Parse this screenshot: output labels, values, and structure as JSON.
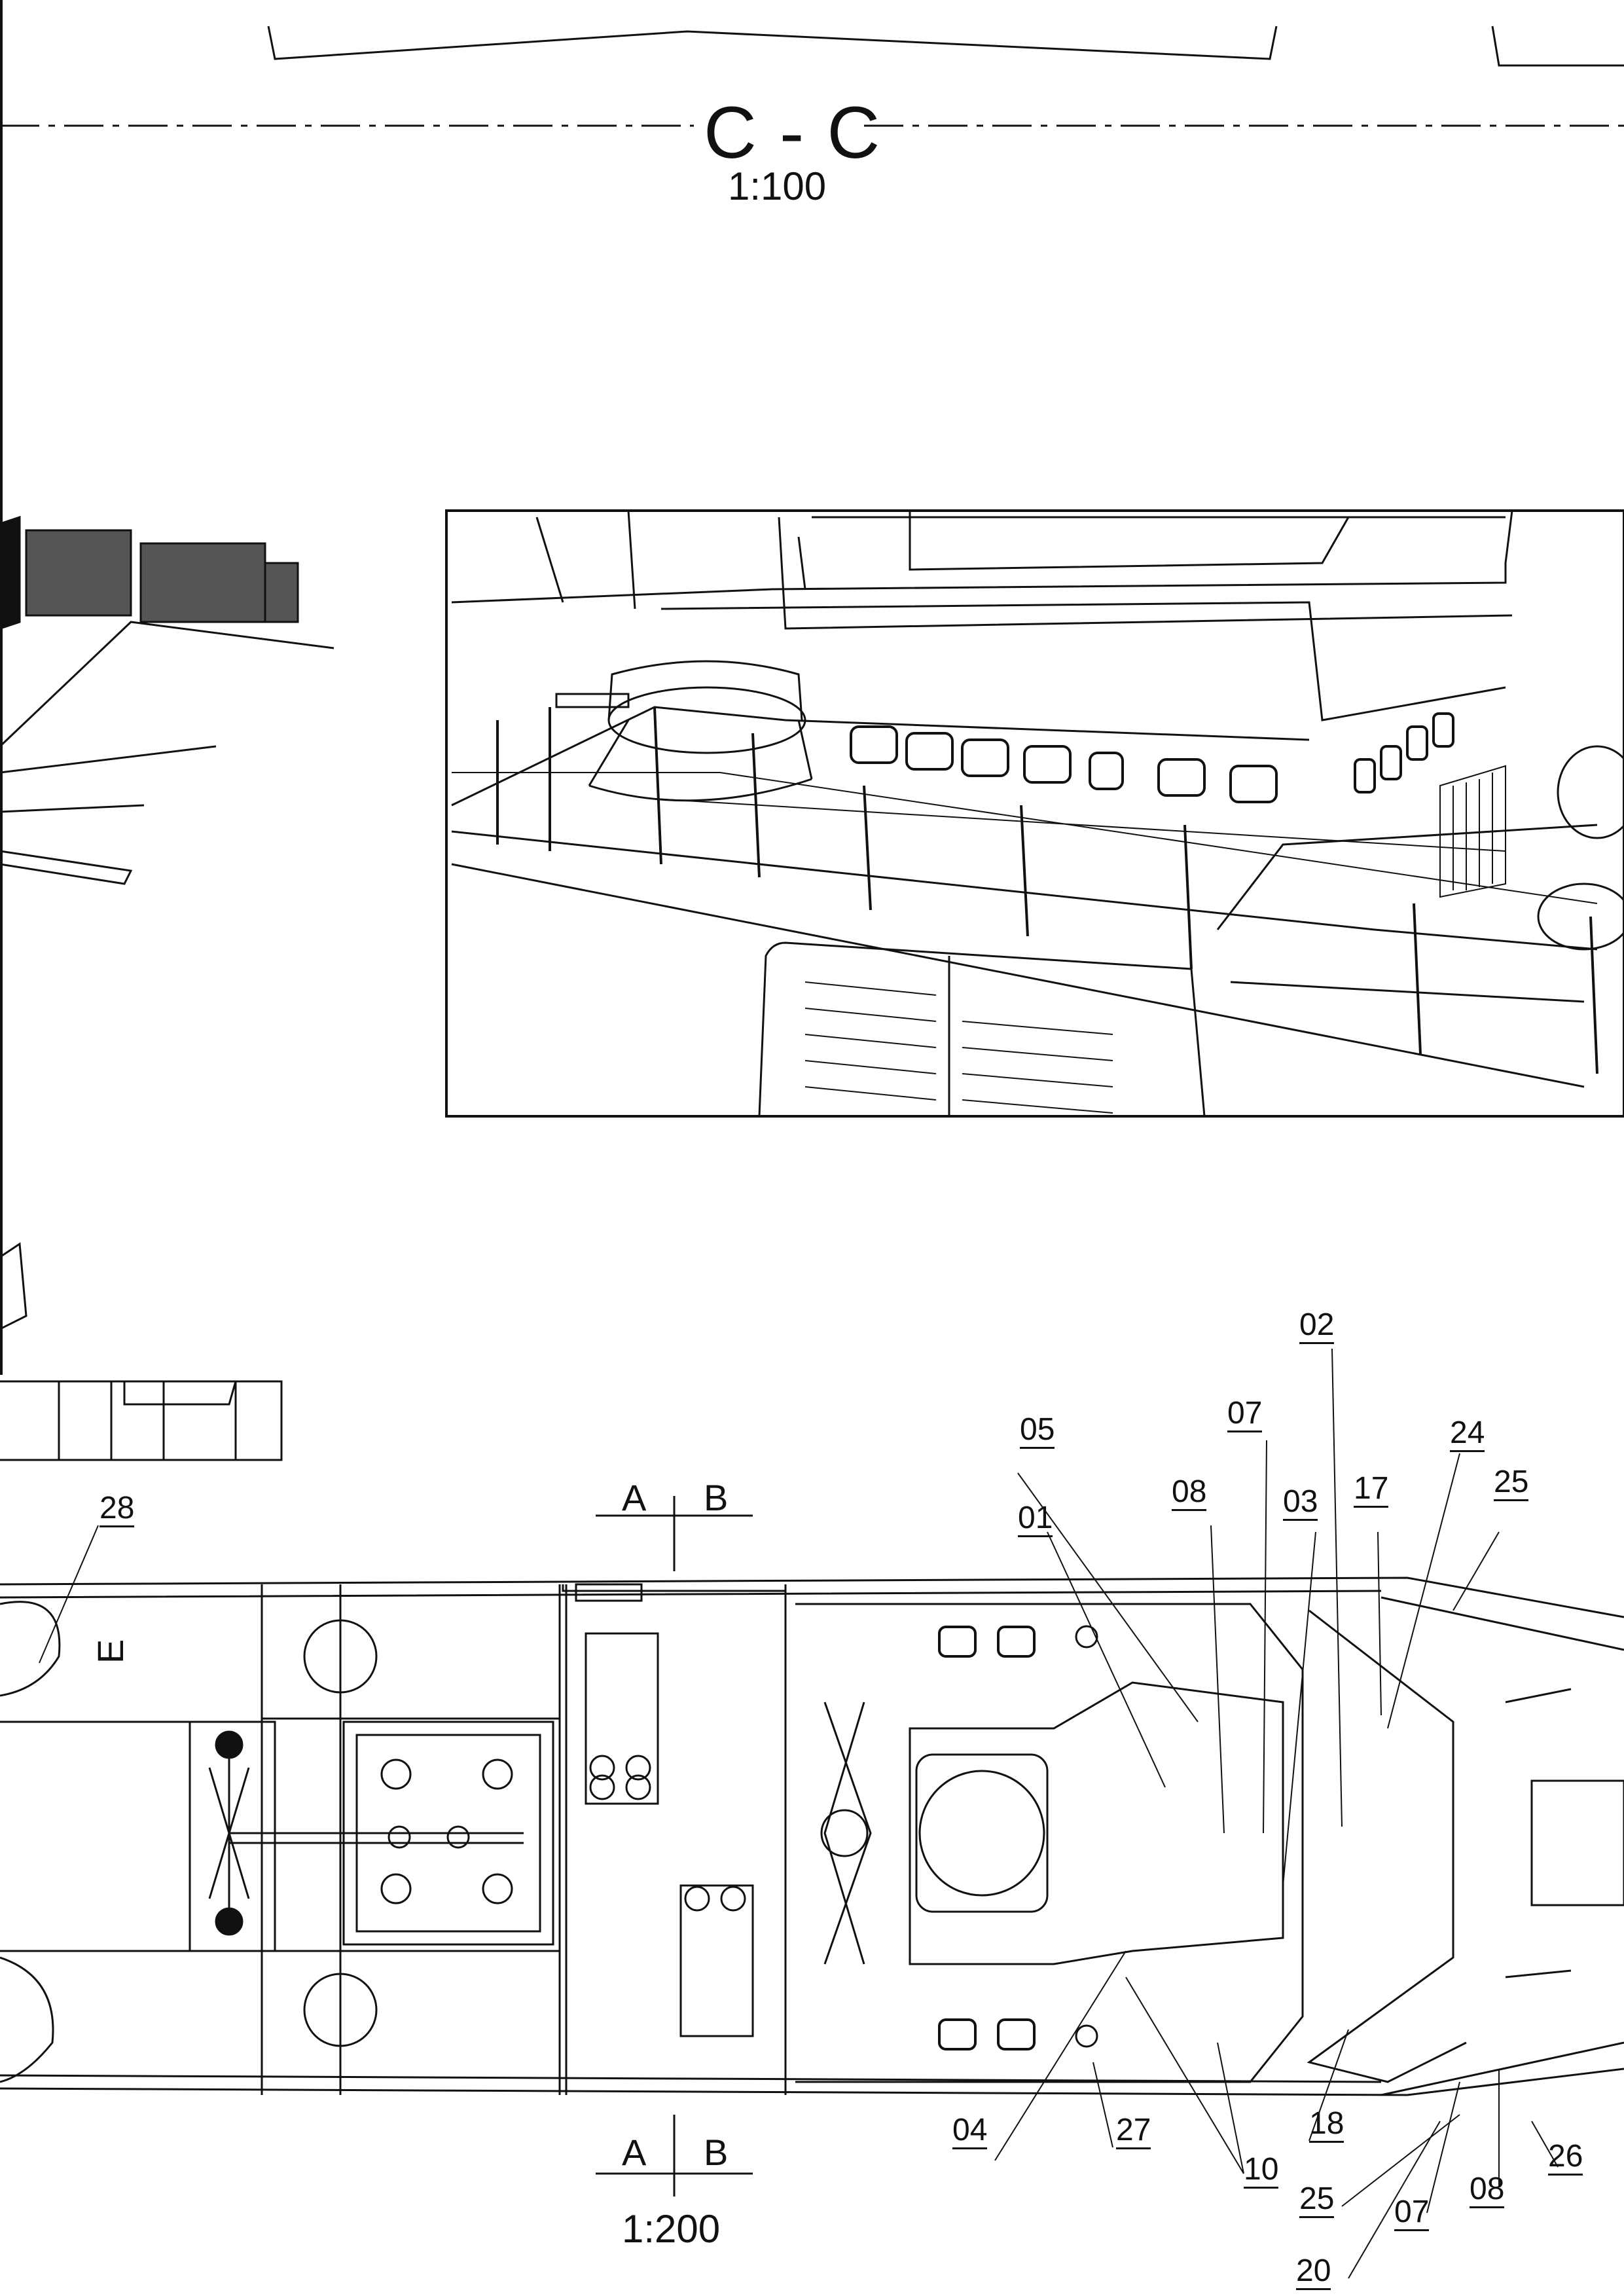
{
  "section_view": {
    "title": "C - C",
    "scale": "1:100"
  },
  "plan_view": {
    "scale": "1:200",
    "section_marks_top": [
      "A",
      "B"
    ],
    "section_marks_bottom": [
      "A",
      "B"
    ],
    "zone_letter": "E"
  },
  "callouts": [
    "28",
    "05",
    "01",
    "08",
    "07",
    "02",
    "03",
    "17",
    "24",
    "25",
    "04",
    "27",
    "10",
    "18",
    "25",
    "20",
    "07",
    "08",
    "26"
  ]
}
